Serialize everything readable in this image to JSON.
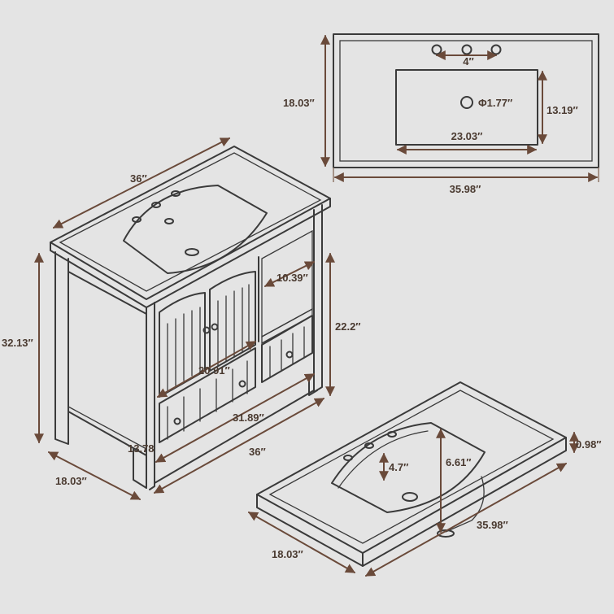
{
  "colors": {
    "background": "#e4e4e4",
    "line": "#3a3a3a",
    "dimension": "#6a4a3a",
    "label": "#4a3a30"
  },
  "top_view": {
    "faucet_spacing": "4″",
    "width": "35.98″",
    "depth": "18.03″",
    "drain_diameter": "Φ1.77″",
    "basin_width": "23.03″",
    "basin_depth": "13.19″"
  },
  "cabinet_view": {
    "top_width": "36″",
    "shelf_depth": "10.39″",
    "cabinet_height": "22.2″",
    "total_height": "32.13″",
    "door_width": "20.91″",
    "inner_width": "31.89″",
    "front_width": "36″",
    "side_depth": "13.78",
    "depth": "18.03″"
  },
  "sink_view": {
    "thickness": "0.98″",
    "basin_height": "6.61″",
    "faucet_hole": "4.7″",
    "width": "35.98″",
    "depth": "18.03″"
  }
}
